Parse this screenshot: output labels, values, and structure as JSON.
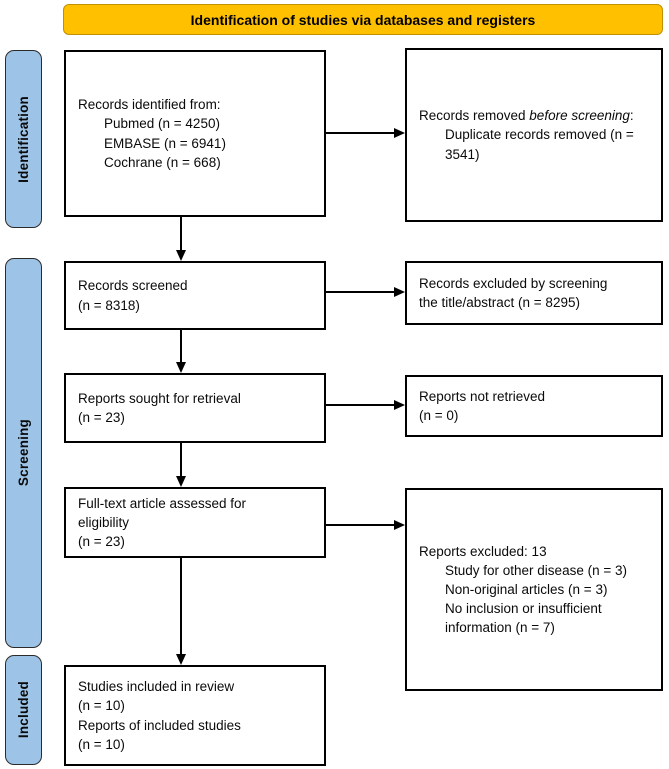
{
  "banner": {
    "label": "Identification of studies via databases and registers",
    "bg_color": "#FFC000"
  },
  "sidebar": {
    "bg_color": "#9DC3E6",
    "stages": [
      {
        "label": "Identification"
      },
      {
        "label": "Screening"
      },
      {
        "label": "Included"
      }
    ]
  },
  "boxes": {
    "records_identified": {
      "title": "Records identified from:",
      "items": [
        "Pubmed (n = 4250)",
        "EMBASE (n = 6941)",
        "Cochrane (n = 668)"
      ]
    },
    "records_removed": {
      "title_prefix": "Records removed ",
      "title_emphasis": "before screening",
      "title_suffix": ":",
      "items": [
        "Duplicate records removed (n = 3541)"
      ]
    },
    "records_screened": {
      "lines": [
        "Records screened",
        "(n = 8318)"
      ]
    },
    "records_excluded": {
      "lines": [
        "Records excluded by screening",
        "the title/abstract (n = 8295)"
      ]
    },
    "reports_sought": {
      "lines": [
        "Reports sought for retrieval",
        "(n = 23)"
      ]
    },
    "reports_not_retrieved": {
      "lines": [
        "Reports not retrieved",
        "(n = 0)"
      ]
    },
    "fulltext_assessed": {
      "lines": [
        "Full-text article assessed for",
        "eligibility",
        "(n = 23)"
      ]
    },
    "reports_excluded": {
      "title": "Reports excluded: 13",
      "items": [
        "Study for other disease (n = 3)",
        "Non-original articles (n = 3)",
        "No inclusion or insufficient information (n = 7)"
      ]
    },
    "studies_included": {
      "lines": [
        "Studies included in review",
        "(n = 10)",
        "Reports of included studies",
        "(n = 10)"
      ]
    }
  }
}
